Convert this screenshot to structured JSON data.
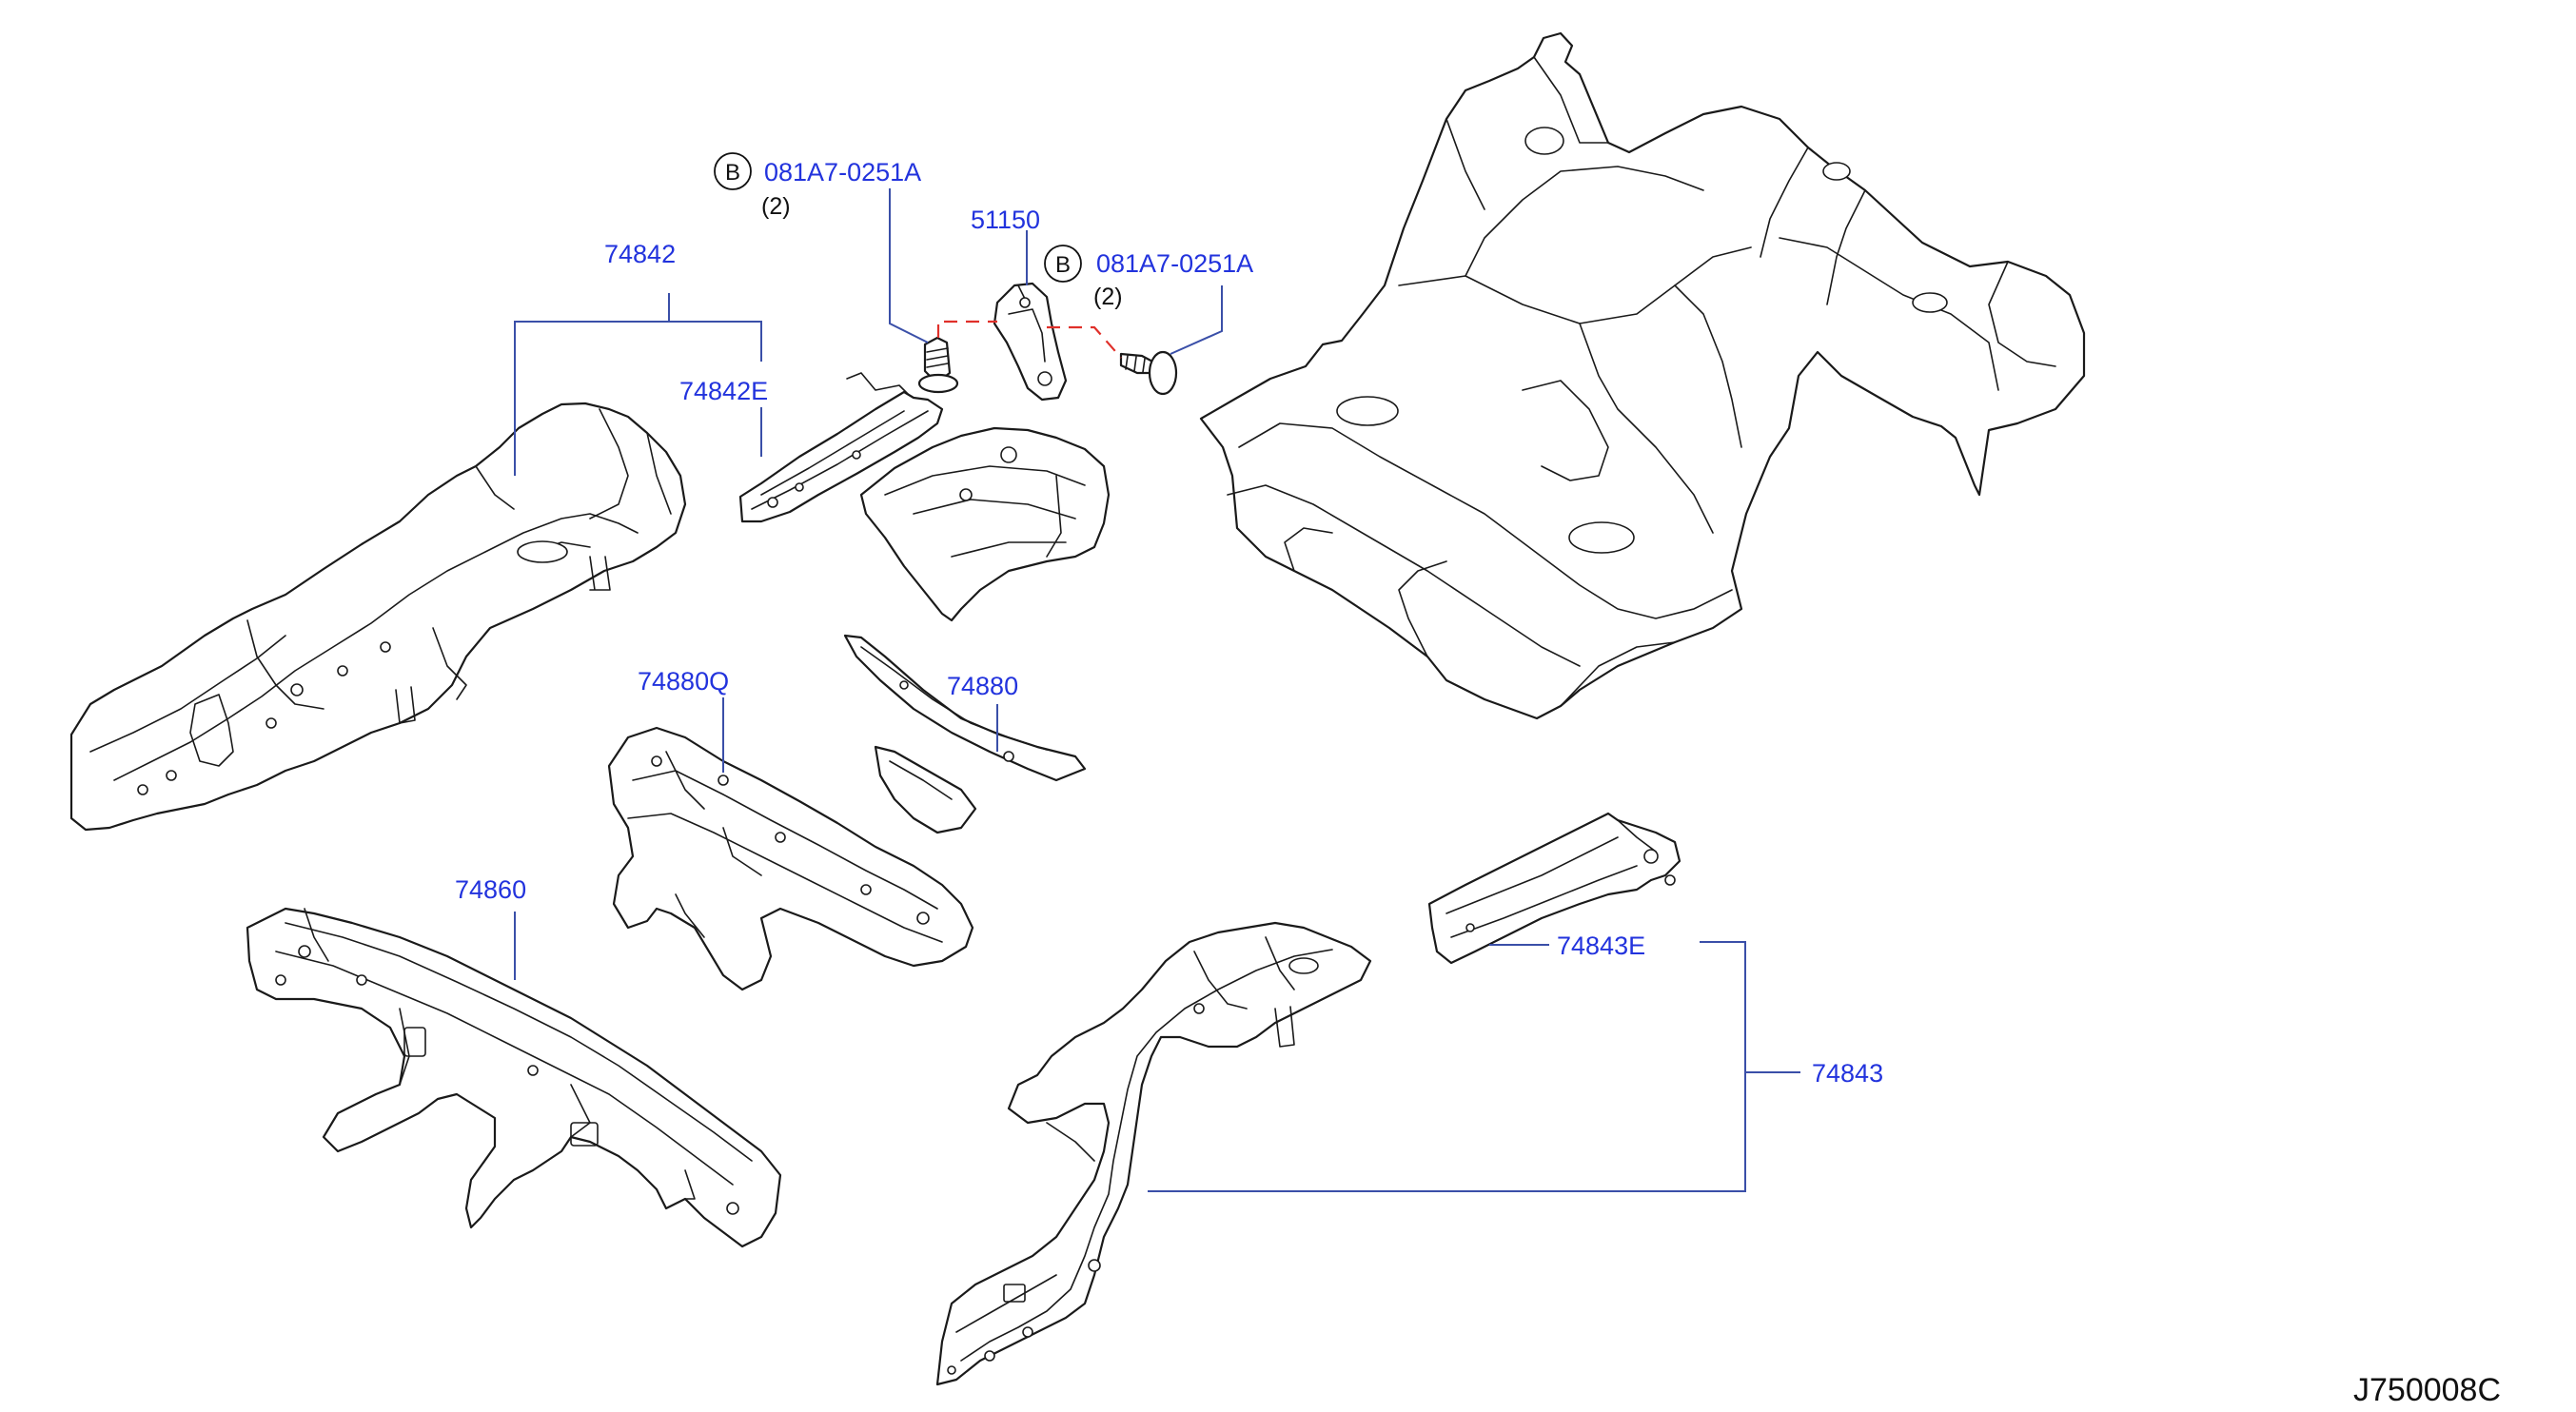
{
  "callouts": {
    "p74842": "74842",
    "p74842e": "74842E",
    "bolt_b1": "081A7-0251A",
    "bolt_b1_qty": "(2)",
    "bolt_b1_symbol": "B",
    "p51150": "51150",
    "bolt_b2": "081A7-0251A",
    "bolt_b2_qty": "(2)",
    "bolt_b2_symbol": "B",
    "p74880q": "74880Q",
    "p74880": "74880",
    "p74860": "74860",
    "p74843e": "74843E",
    "p74843": "74843"
  },
  "diagram_code": "J750008C",
  "colors": {
    "callout_text": "#2233dd",
    "leader_line": "#3a4fa8",
    "dashed_fastener_line": "#e0302a",
    "part_outline": "#1a1a1a"
  }
}
